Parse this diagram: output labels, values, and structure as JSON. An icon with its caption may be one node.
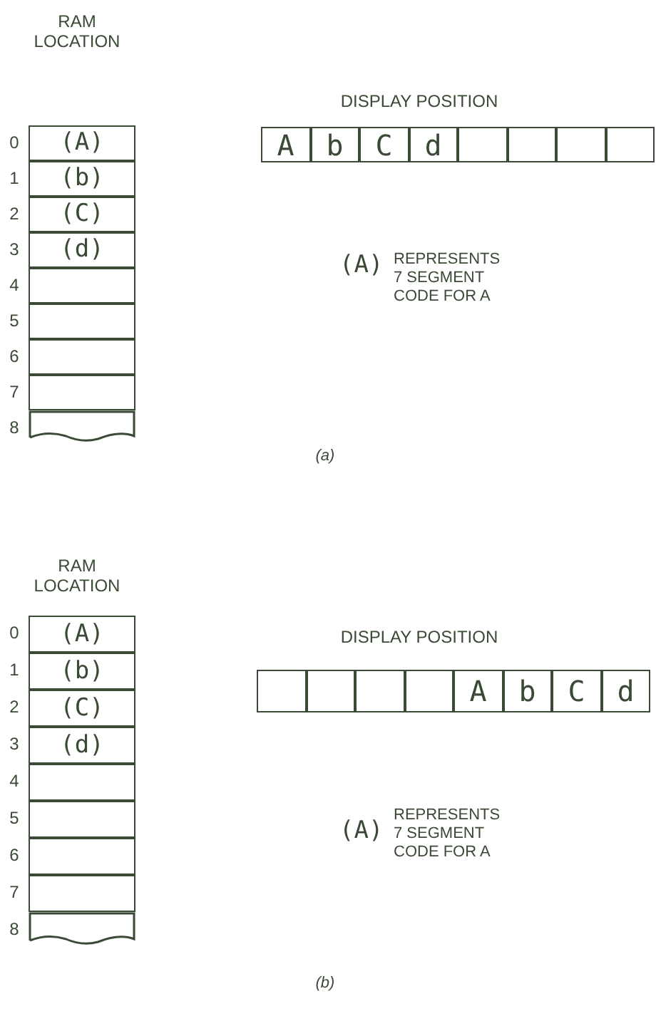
{
  "diagram": {
    "nodes": [
      {
        "text": [
          "(A)"
        ]
      },
      {
        "text": [
          "(b)"
        ]
      },
      {
        "text": [
          "(C)"
        ]
      },
      {
        "text": [
          "(d)"
        ]
      },
      {
        "text": [],
        "shape": "box"
      },
      {
        "text": [],
        "shape": "box"
      },
      {
        "text": [],
        "shape": "box"
      },
      {
        "text": [],
        "shape": "box"
      },
      {
        "text": [],
        "shape": "box"
      },
      {
        "text": [
          "A"
        ]
      },
      {
        "text": [
          "b"
        ]
      },
      {
        "text": [
          "C"
        ]
      },
      {
        "text": [
          "d"
        ]
      },
      {
        "text": [],
        "shape": "box"
      },
      {
        "text": [],
        "shape": "box"
      },
      {
        "text": [],
        "shape": "box"
      },
      {
        "text": [],
        "shape": "box"
      },
      {
        "text": [
          "(A)"
        ]
      },
      {
        "text": [
          "(b)"
        ]
      },
      {
        "text": [
          "(C)"
        ]
      },
      {
        "text": [
          "(d)"
        ]
      },
      {
        "text": [],
        "shape": "box"
      },
      {
        "text": [],
        "shape": "box"
      },
      {
        "text": [],
        "shape": "box"
      },
      {
        "text": [],
        "shape": "box"
      },
      {
        "text": [],
        "shape": "box"
      },
      {
        "text": [],
        "shape": "box"
      },
      {
        "text": [],
        "shape": "box"
      },
      {
        "text": [],
        "shape": "box"
      },
      {
        "text": [],
        "shape": "box"
      },
      {
        "text": [
          "A"
        ]
      },
      {
        "text": [
          "b"
        ]
      },
      {
        "text": [
          "C"
        ]
      },
      {
        "text": [
          "d"
        ]
      }
    ],
    "labels": [
      "RAM LOCATION",
      "0",
      "1",
      "2",
      "3",
      "4",
      "5",
      "6",
      "7",
      "8",
      "DISPLAY POSITION",
      "(A)",
      "REPRESENTS 7 SEGMENT CODE FOR A",
      "(a)",
      "RAM LOCATION",
      "0",
      "1",
      "2",
      "3",
      "4",
      "5",
      "6",
      "7",
      "8",
      "DISPLAY POSITION",
      "(A)",
      "REPRESENTS 7 SEGMENT CODE FOR A",
      "(b)"
    ]
  }
}
